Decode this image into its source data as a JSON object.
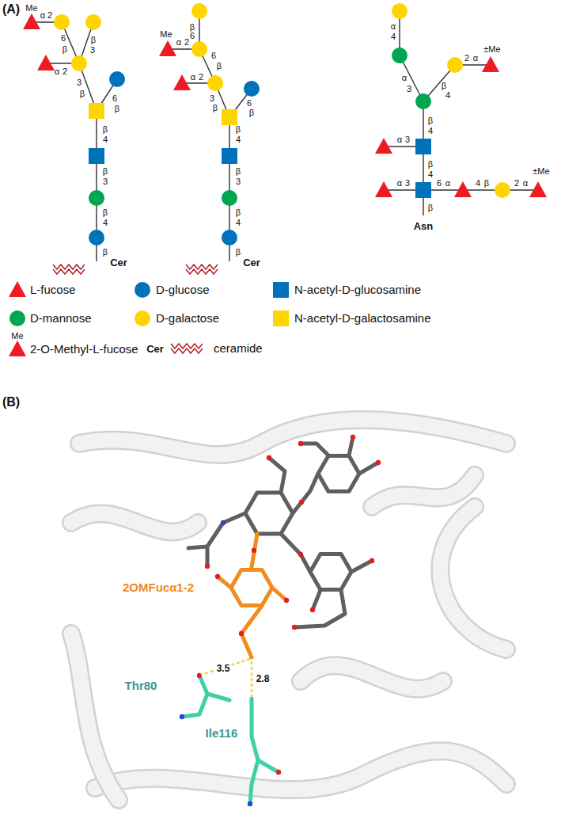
{
  "diagram": {
    "labels": [
      "(A)",
      "Me",
      "α",
      "2",
      "6",
      "β",
      "β",
      "3",
      "α",
      "2",
      "β",
      "3",
      "6",
      "β",
      "β",
      "4",
      "β",
      "3",
      "β",
      "4",
      "β",
      "Cer",
      "Me",
      "β",
      "6",
      "α",
      "2",
      "6",
      "β",
      "α",
      "2",
      "β",
      "3",
      "6",
      "β",
      "β",
      "4",
      "β",
      "3",
      "β",
      "4",
      "β",
      "Cer",
      "α",
      "4",
      "α",
      "3",
      "β",
      "4",
      "2",
      "α",
      "±Me",
      "β",
      "4",
      "α",
      "3",
      "β",
      "4",
      "α",
      "3",
      "6",
      "α",
      "4",
      "β",
      "2",
      "α",
      "±Me",
      "β",
      "Asn",
      "Me",
      "Cer",
      "(B)",
      "2OMFucα1-2",
      "3.5",
      "2.8",
      "Thr80",
      "Ile116"
    ],
    "legend": [
      {
        "text": "L-fucose",
        "color": "#ed1c24"
      },
      {
        "text": "D-glucose",
        "color": "#0072bc"
      },
      {
        "text": "N-acetyl-D-glucosamine",
        "color": "#0072bc"
      },
      {
        "text": "D-mannose",
        "color": "#00a651"
      },
      {
        "text": "D-galactose",
        "color": "#ffd400"
      },
      {
        "text": "N-acetyl-D-galactosamine",
        "color": "#ffd400"
      },
      {
        "text": "2-O-Methyl-L-fucose",
        "color": "#ed1c24"
      },
      {
        "text": "ceramide",
        "color": "#b5282e"
      }
    ]
  }
}
